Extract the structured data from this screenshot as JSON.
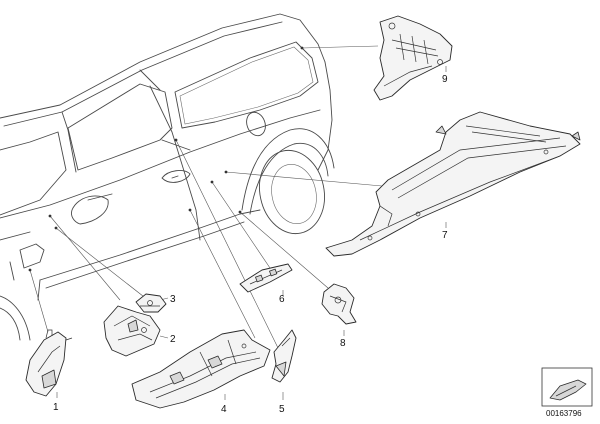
{
  "diagram": {
    "callouts": [
      {
        "id": "1",
        "label": "1"
      },
      {
        "id": "2",
        "label": "2"
      },
      {
        "id": "3",
        "label": "3"
      },
      {
        "id": "4",
        "label": "4"
      },
      {
        "id": "5",
        "label": "5"
      },
      {
        "id": "6",
        "label": "6"
      },
      {
        "id": "7",
        "label": "7"
      },
      {
        "id": "8",
        "label": "8"
      },
      {
        "id": "9",
        "label": "9"
      }
    ],
    "catalog_number": "00163796"
  }
}
